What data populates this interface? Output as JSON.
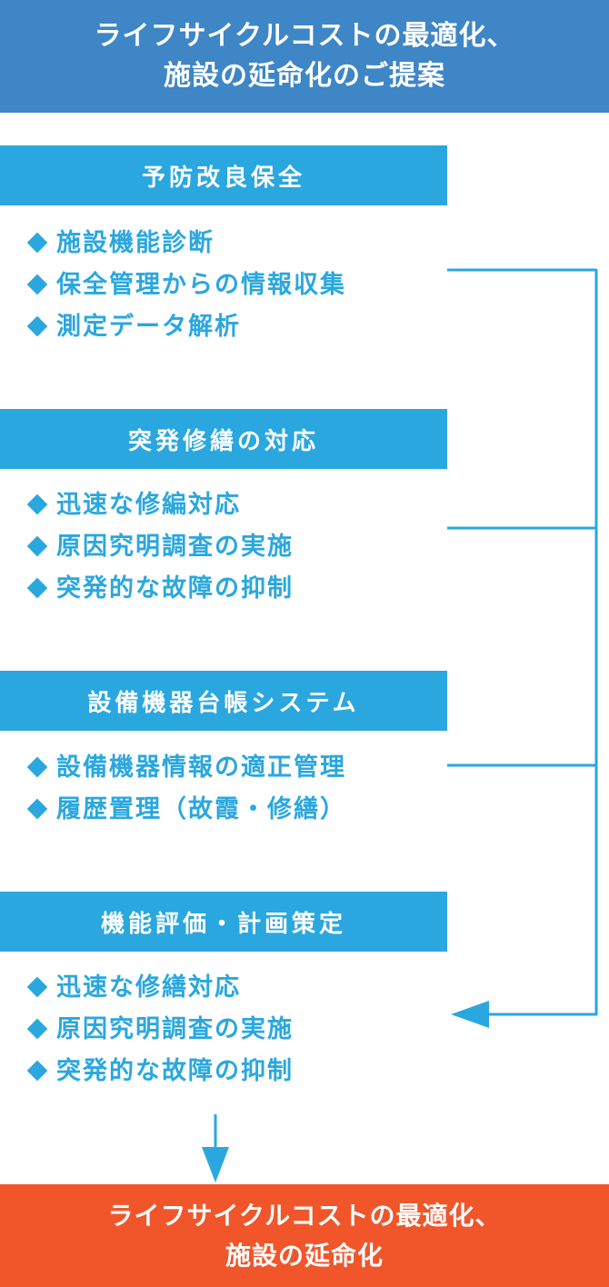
{
  "header": {
    "line1": "ライフサイクルコストの最適化、",
    "line2": "施設の延命化のご提案"
  },
  "sections": [
    {
      "title": "予防改良保全",
      "items": [
        "施設機能診断",
        "保全管理からの情報収集",
        "測定データ解析"
      ]
    },
    {
      "title": "突発修繕の対応",
      "items": [
        "迅速な修編対応",
        "原因究明調査の実施",
        "突発的な故障の抑制"
      ]
    },
    {
      "title": "設備機器台帳システム",
      "items": [
        "設備機器情報の適正管理",
        "履歴置理（故霞・修繕）"
      ]
    },
    {
      "title": "機能評価・計画策定",
      "items": [
        "迅速な修繕対応",
        "原因究明調査の実施",
        "突発的な故障の抑制"
      ]
    }
  ],
  "footer": {
    "line1": "ライフサイクルコストの最適化、",
    "line2": "施設の延命化"
  },
  "colors": {
    "header_blue": "#3e86c6",
    "section_blue": "#2aa7df",
    "footer_orange": "#f0562a",
    "text_on_color": "#ffffff"
  }
}
